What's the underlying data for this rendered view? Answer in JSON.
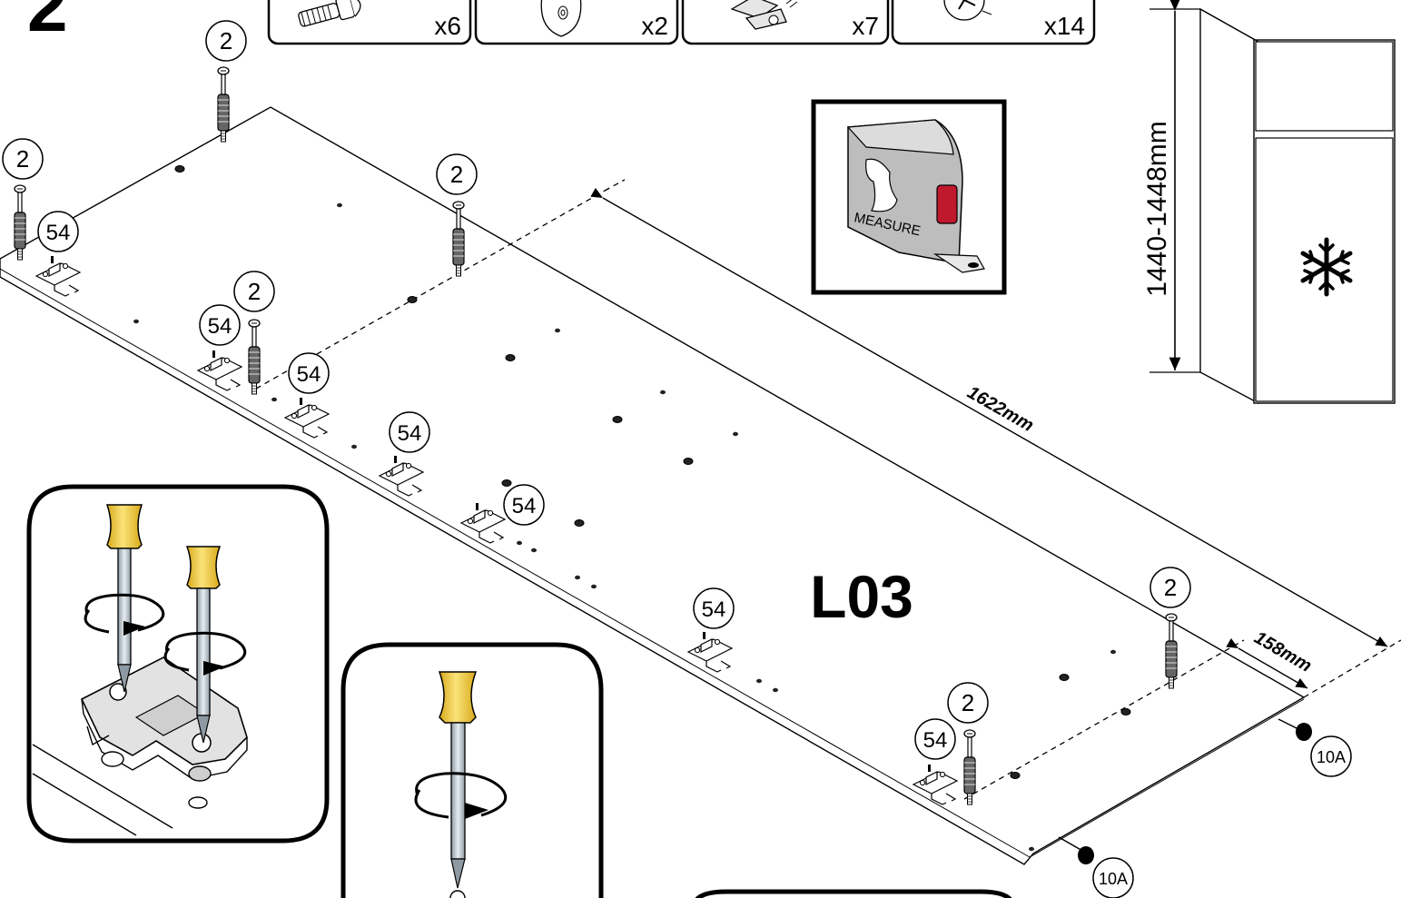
{
  "step": {
    "number": "2"
  },
  "parts_strip": [
    {
      "qty": "x6",
      "icon": "dowel-screw-icon"
    },
    {
      "qty": "x2",
      "icon": "cam-lock-icon"
    },
    {
      "qty": "x7",
      "icon": "hinge-plate-icon"
    },
    {
      "qty": "x14",
      "icon": "screw-icon"
    }
  ],
  "panel": {
    "label": "L03"
  },
  "dimensions": {
    "length": "1622mm",
    "width": "158mm",
    "height": "1440-1448mm"
  },
  "callouts": {
    "dowel": "2",
    "plate": "54",
    "foot": "10A"
  },
  "tape_measure": {
    "text": "MEASURE"
  },
  "colors": {
    "line": "#000000",
    "handle": "#f2cf3a",
    "shaft": "#b8c4cc",
    "tape_body": "#b9b9b9",
    "tape_button": "#c0192e"
  }
}
